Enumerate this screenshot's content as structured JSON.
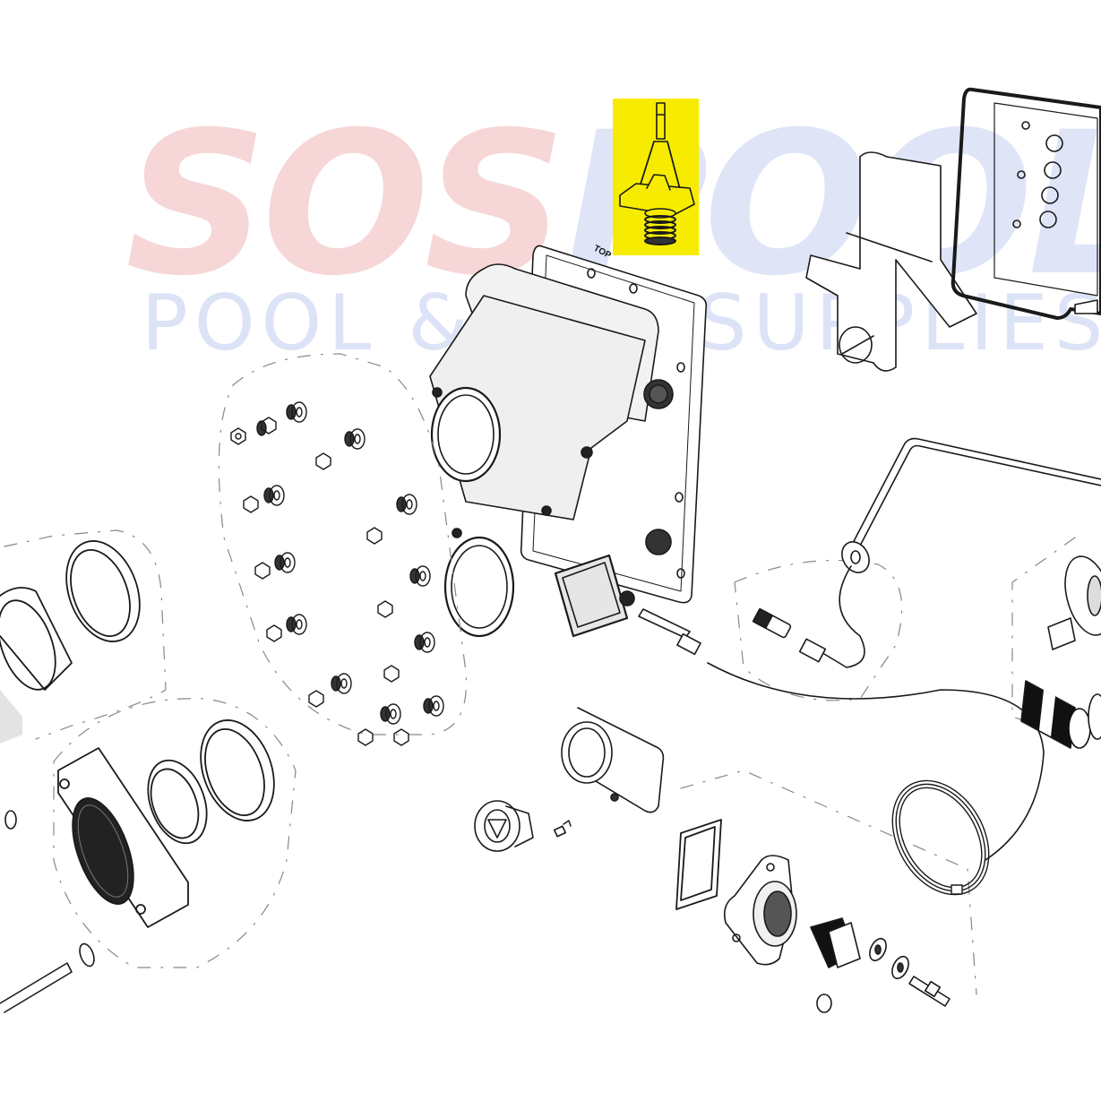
{
  "diagram": {
    "type": "exploded-parts-diagram",
    "subject": "Pool heater manifold / header assembly",
    "highlighted_part": {
      "name": "Thermostat / flow valve (bypass valve with spring)",
      "highlight_color": "#f7ec00"
    },
    "manifold_label": "TOP",
    "parts": [
      "bypass-valve-with-spring",
      "header-manifold",
      "control-panel-cover",
      "bezel-gasket",
      "nuts-and-washers-set",
      "union-tailpiece-upper",
      "union-nut-upper",
      "flange-adapter",
      "union-tailpiece-lower",
      "union-nut-lower",
      "pressure-switch-tube",
      "grommet",
      "brass-fitting",
      "thermistor-sensor",
      "capillary-tube-coil",
      "pipe-nipple",
      "teflon-tape",
      "drain-valve",
      "thermostat-housing",
      "gasket",
      "bolt",
      "flow-plug-cover",
      "pipe-plug",
      "washer",
      "pressure-relief-fitting"
    ]
  },
  "watermark": {
    "brand_part1": "SOS",
    "brand_part2": "POOL",
    "tagline": "POOL & SPA SUPPLIES",
    "color_part1": "#f6d6d6",
    "color_part2": "#dfe5f7"
  }
}
